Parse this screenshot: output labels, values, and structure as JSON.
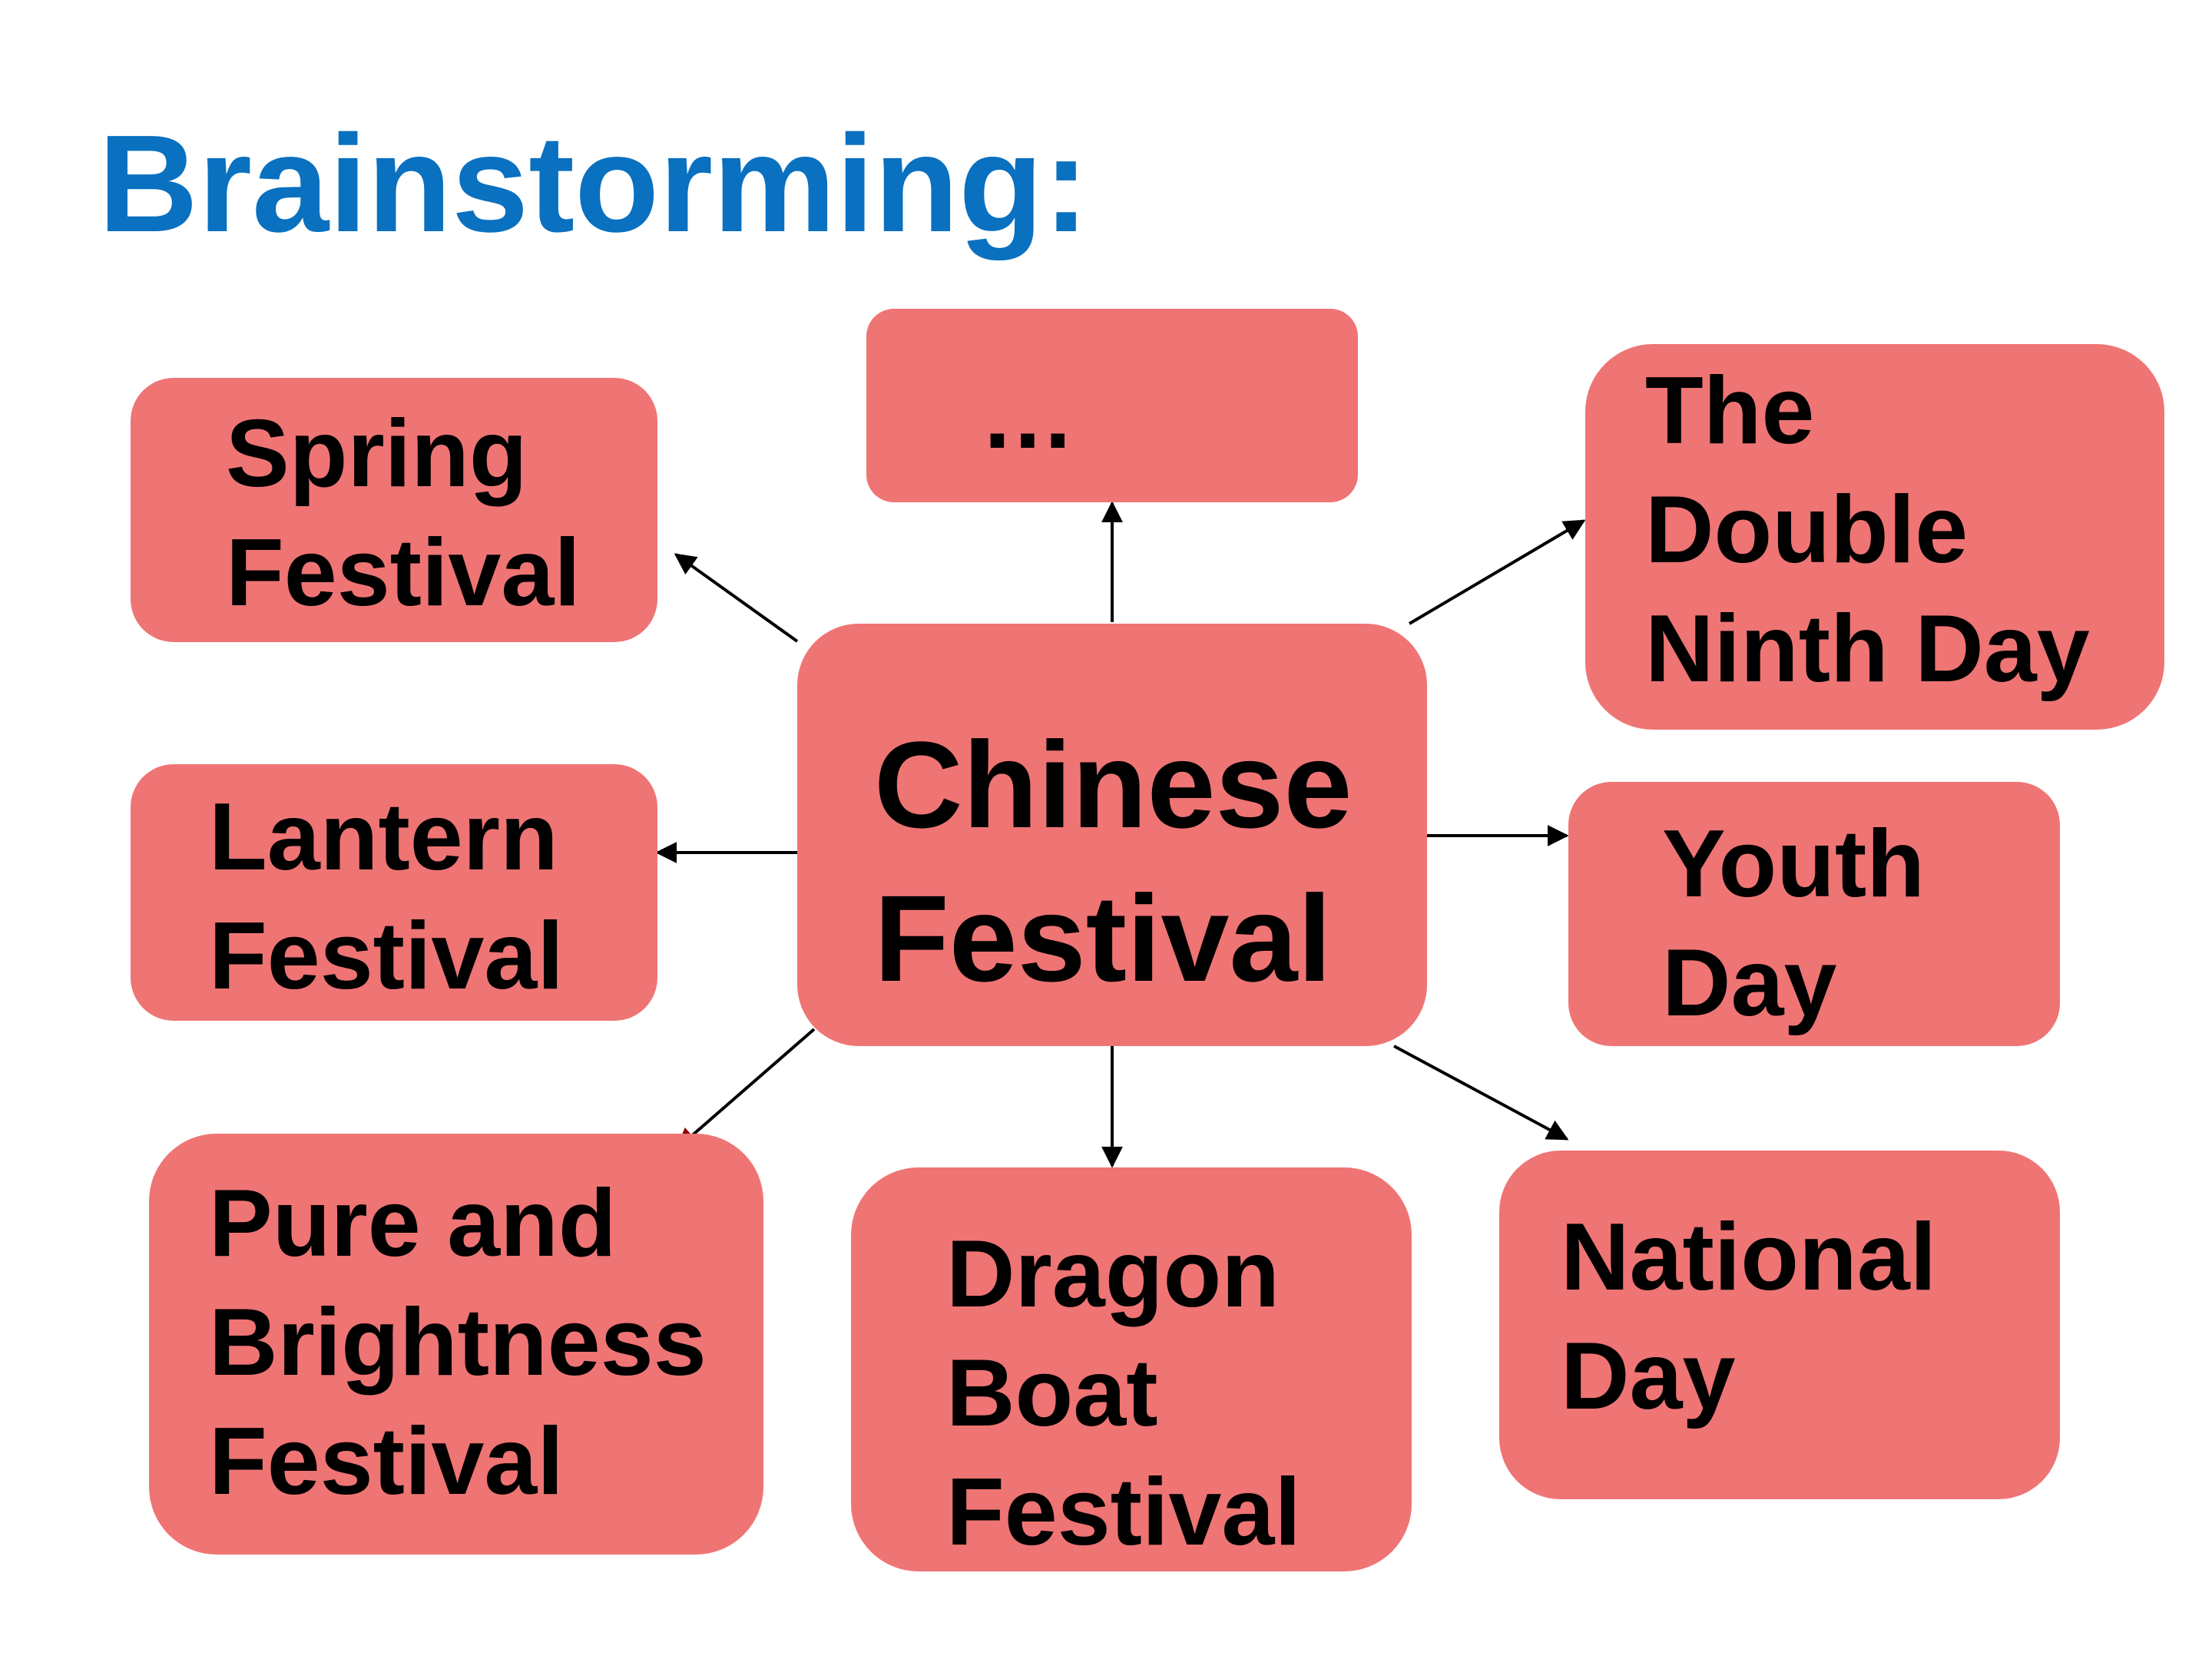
{
  "title": "Brainstorming:",
  "colors": {
    "title": "#0a70c0",
    "node_fill": "#ef7474",
    "node_text": "#000000",
    "arrow": "#000000",
    "arrow_accent": "#8b0000"
  },
  "center": {
    "lines": [
      "Chinese",
      "Festival"
    ]
  },
  "nodes": [
    {
      "id": "ellipsis",
      "lines": [
        "…"
      ]
    },
    {
      "id": "spring-festival",
      "lines": [
        "Spring",
        "Festival"
      ]
    },
    {
      "id": "double-ninth-day",
      "lines": [
        "The",
        "Double",
        "Ninth Day"
      ]
    },
    {
      "id": "lantern-festival",
      "lines": [
        "Lantern",
        "Festival"
      ]
    },
    {
      "id": "youth-day",
      "lines": [
        "Youth",
        "Day"
      ]
    },
    {
      "id": "pure-brightness-festival",
      "lines": [
        "Pure and",
        "Brightness",
        "Festival"
      ]
    },
    {
      "id": "dragon-boat-festival",
      "lines": [
        "Dragon",
        "Boat",
        "Festival"
      ]
    },
    {
      "id": "national-day",
      "lines": [
        "National",
        "Day"
      ]
    }
  ]
}
